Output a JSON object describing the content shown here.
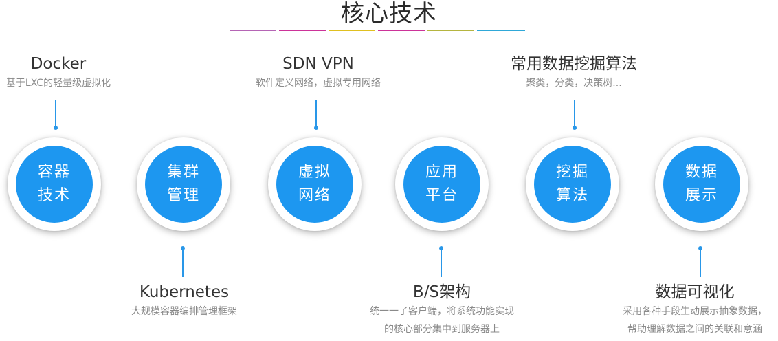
{
  "header": {
    "title": "核心技术",
    "rule_colors": [
      "#b565b5",
      "#cc3399",
      "#e0c020",
      "#cc3399",
      "#b5b540",
      "#2fa8d8"
    ]
  },
  "accent_color": "#1d97f0",
  "nodes": [
    {
      "line1": "容器",
      "line2": "技术"
    },
    {
      "line1": "集群",
      "line2": "管理"
    },
    {
      "line1": "虚拟",
      "line2": "网络"
    },
    {
      "line1": "应用",
      "line2": "平台"
    },
    {
      "line1": "挖掘",
      "line2": "算法"
    },
    {
      "line1": "数据",
      "line2": "展示"
    }
  ],
  "top_labels": [
    {
      "title": "Docker",
      "desc": "基于LXC的轻量级虚拟化"
    },
    {
      "title": "SDN VPN",
      "desc": "软件定义网络，虚拟专用网络"
    },
    {
      "title": "常用数据挖掘算法",
      "desc": "聚类，分类，决策树..."
    }
  ],
  "bottom_labels": [
    {
      "title": "Kubernetes",
      "desc": [
        "大规模容器编排管理框架"
      ]
    },
    {
      "title": "B/S架构",
      "desc": [
        "统一一了客户端，将系统功能实现",
        "的核心部分集中到服务器上"
      ]
    },
    {
      "title": "数据可视化",
      "desc": [
        "采用各种手段生动展示抽象数据，",
        "帮助理解数据之间的关联和意涵"
      ]
    }
  ]
}
